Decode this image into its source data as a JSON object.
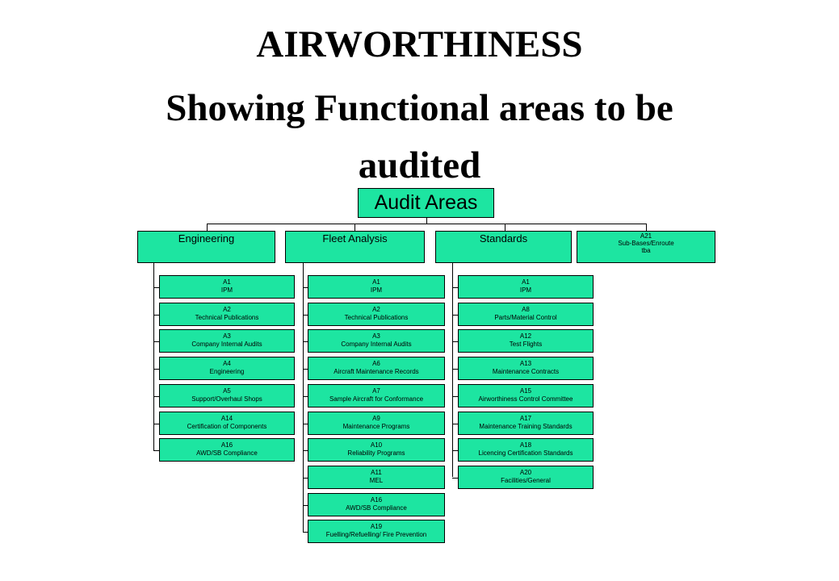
{
  "title": {
    "line1": "AIRWORTHINESS",
    "line2": "Showing Functional areas to be",
    "line3": "audited"
  },
  "root": "Audit Areas",
  "colors": {
    "box_fill": "#1de5a1",
    "line": "#000000"
  },
  "categories": [
    {
      "label": [
        "Engineering"
      ],
      "items": [
        [
          "A1",
          "IPM"
        ],
        [
          "A2",
          "Technical Publications"
        ],
        [
          "A3",
          "Company Internal Audits"
        ],
        [
          "A4",
          "Engineering"
        ],
        [
          "A5",
          "Support/Overhaul Shops"
        ],
        [
          "A14",
          "Certification of Components"
        ],
        [
          "A16",
          "AWD/SB Compliance"
        ]
      ]
    },
    {
      "label": [
        "Fleet Analysis"
      ],
      "items": [
        [
          "A1",
          "IPM"
        ],
        [
          "A2",
          "Technical Publications"
        ],
        [
          "A3",
          "Company Internal Audits"
        ],
        [
          "A6",
          "Aircraft Maintenance Records"
        ],
        [
          "A7",
          "Sample Aircraft for Conformance"
        ],
        [
          "A9",
          "Maintenance Programs"
        ],
        [
          "A10",
          "Reliability Programs"
        ],
        [
          "A11",
          "MEL"
        ],
        [
          "A16",
          "AWD/SB Compliance"
        ],
        [
          "A19",
          "Fuelling/Refuelling/ Fire Prevention"
        ]
      ]
    },
    {
      "label": [
        "Standards"
      ],
      "items": [
        [
          "A1",
          "IPM"
        ],
        [
          "A8",
          "Parts/Material Control"
        ],
        [
          "A12",
          "Test Flights"
        ],
        [
          "A13",
          "Maintenance Contracts"
        ],
        [
          "A15",
          "Airworthiness Control Committee"
        ],
        [
          "A17",
          "Maintenance Training Standards"
        ],
        [
          "A18",
          "Licencing Certification Standards"
        ],
        [
          "A20",
          "Facilities/General"
        ]
      ]
    },
    {
      "label": [
        "A21",
        "Sub-Bases/Enroute",
        "tba"
      ],
      "items": []
    }
  ]
}
